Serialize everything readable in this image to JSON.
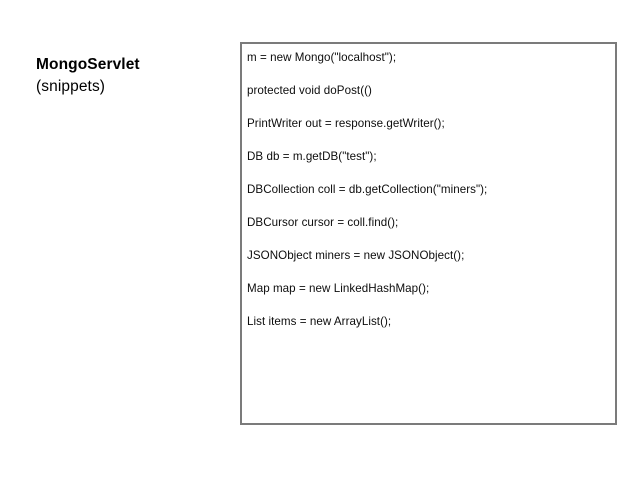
{
  "slide": {
    "title": {
      "main": "MongoServlet",
      "sub": "(snippets)"
    },
    "code_box": {
      "border_color": "#7b7b7b",
      "background_color": "#ffffff",
      "text_color": "#0d0d0d",
      "lines": [
        "m = new Mongo(\"localhost\");",
        "protected void doPost(()",
        "PrintWriter out = response.getWriter();",
        "DB db = m.getDB(\"test\");",
        "DBCollection coll = db.getCollection(\"miners\");",
        "DBCursor cursor = coll.find();",
        "JSONObject miners = new JSONObject();",
        "Map map = new LinkedHashMap();",
        "List items = new ArrayList();"
      ]
    }
  }
}
